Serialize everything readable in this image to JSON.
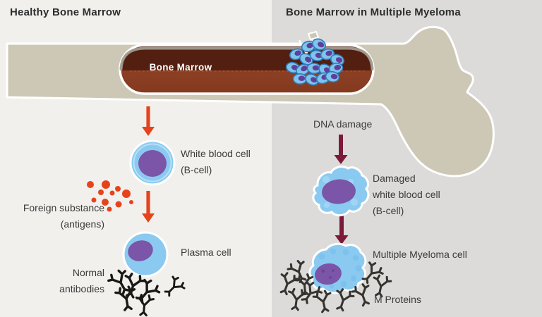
{
  "header": {
    "left_title": "Healthy Bone Marrow",
    "right_title": "Bone Marrow in Multiple Myeloma"
  },
  "bone": {
    "marrow_label": "Bone Marrow"
  },
  "healthy_flow": {
    "white_blood_cell": {
      "line1": "White blood cell",
      "line2": "(B-cell)"
    },
    "foreign_substance": {
      "line1": "Foreign substance",
      "line2": "(antigens)"
    },
    "plasma_cell": {
      "label": "Plasma cell"
    },
    "normal_antibodies": {
      "line1": "Normal",
      "line2": "antibodies"
    }
  },
  "myeloma_flow": {
    "dna_damage": {
      "label": "DNA damage"
    },
    "damaged_cell": {
      "line1": "Damaged",
      "line2": "white blood cell",
      "line3": "(B-cell)"
    },
    "myeloma_cell": {
      "label": "Multiple Myeloma cell"
    },
    "m_proteins": {
      "label": "M Proteins"
    }
  },
  "colors": {
    "bg_left": "#f1f0ed",
    "bg_right": "#dcdbd9",
    "bone": "#cdc7b5",
    "marrow_dark": "#531f10",
    "marrow_light": "#8c3f23",
    "cell_blue": "#8bcaf0",
    "cell_blue_deep": "#7fc4ec",
    "nucleus_purple": "#7a55a8",
    "arrow_red": "#e6431c",
    "antigen_orange": "#e6431c",
    "arrow_maroon": "#7d1a3c",
    "antibody_black": "#191916",
    "mprotein_gray": "#35342f",
    "title_text": "#2d2d2d",
    "label_text": "#3b3b3b",
    "marrow_label_text": "#ffffff"
  }
}
